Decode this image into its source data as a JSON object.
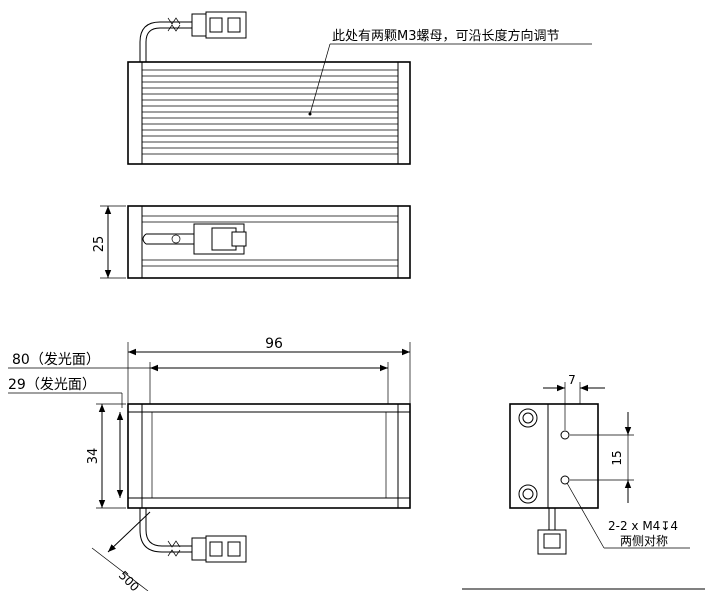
{
  "annotations": {
    "top_note": "此处有两颗M3螺母，可沿长度方向调节",
    "emit_80": "80（发光面）",
    "emit_29": "29（发光面）",
    "hole_callout_1": "2-2 x M4",
    "hole_callout_depth_symbol": "↧",
    "hole_callout_depth": "4",
    "hole_callout_2": "两侧对称"
  },
  "dimensions": {
    "height_25": "25",
    "length_96": "96",
    "width_34": "34",
    "cable_500": "500",
    "offset_7": "7",
    "spacing_15": "15"
  }
}
